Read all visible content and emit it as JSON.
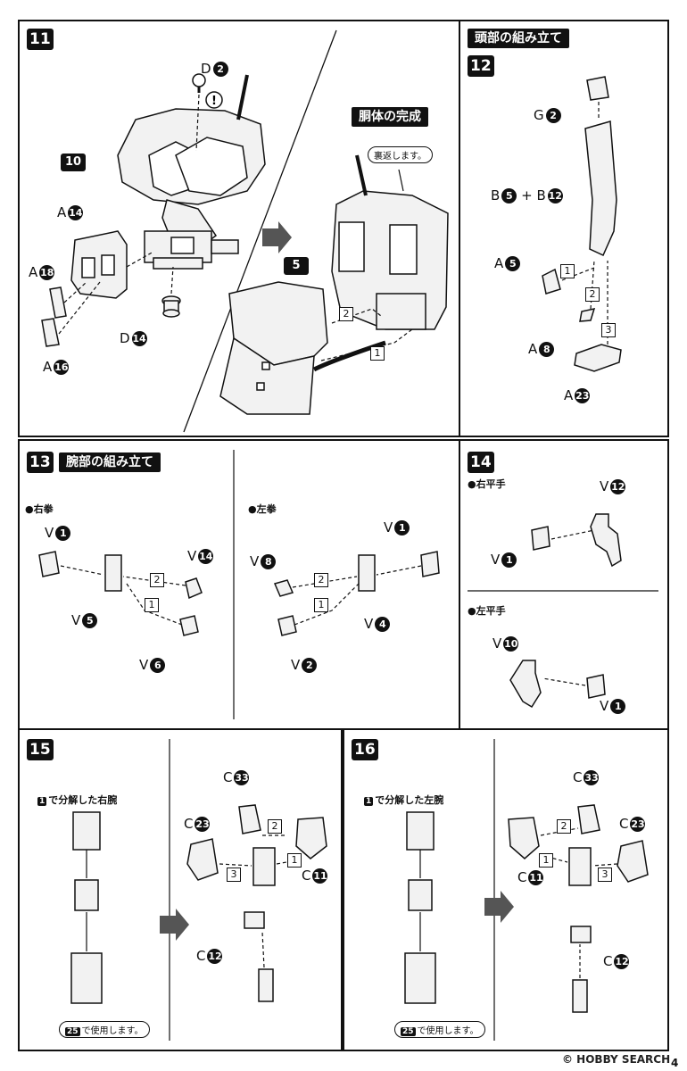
{
  "steps": {
    "s11": {
      "num": "11",
      "banner": "胴体の完成",
      "note": "裏返します。",
      "sub5": "5",
      "sub10": "10",
      "labels": {
        "d2": "D",
        "d2n": "2",
        "a14": "A",
        "a14n": "14",
        "a18": "A",
        "a18n": "18",
        "a16": "A",
        "a16n": "16",
        "d14": "D",
        "d14n": "14"
      },
      "seq": [
        "1",
        "2"
      ]
    },
    "s12": {
      "num": "12",
      "banner": "頭部の組み立て",
      "labels": {
        "g2": "G",
        "g2n": "2",
        "b5b12_a": "B",
        "b5n": "5",
        "plus": "+",
        "b5b12_b": "B",
        "b12n": "12",
        "a5": "A",
        "a5n": "5",
        "a8": "A",
        "a8n": "8",
        "a23": "A",
        "a23n": "23"
      },
      "seq": [
        "1",
        "2",
        "3"
      ]
    },
    "s13": {
      "num": "13",
      "banner": "腕部の組み立て",
      "right": "●右拳",
      "left": "●左拳",
      "labels": {
        "v": "V",
        "n1": "1",
        "n14": "14",
        "n5": "5",
        "n6": "6",
        "n8": "8",
        "n4": "4",
        "n2": "2"
      },
      "seq": [
        "1",
        "2"
      ]
    },
    "s14": {
      "num": "14",
      "right": "●右平手",
      "left": "●左平手",
      "labels": {
        "v": "V",
        "n12": "12",
        "n1": "1",
        "n10": "10"
      }
    },
    "s15": {
      "num": "15",
      "sub_tag": "1",
      "sub": "で分解した右腕",
      "note_tag": "25",
      "note": "で使用します。",
      "labels": {
        "c": "C",
        "n33": "33",
        "n23": "23",
        "n11": "11",
        "n12": "12"
      },
      "seq": [
        "1",
        "2",
        "3"
      ]
    },
    "s16": {
      "num": "16",
      "sub_tag": "1",
      "sub": "で分解した左腕",
      "note_tag": "25",
      "note": "で使用します。",
      "labels": {
        "c": "C",
        "n33": "33",
        "n23": "23",
        "n11": "11",
        "n12": "12"
      },
      "seq": [
        "1",
        "2",
        "3"
      ]
    }
  },
  "footer": {
    "watermark": "© HOBBY SEARCH",
    "page": "4"
  },
  "colors": {
    "ink": "#111111",
    "paper": "#ffffff",
    "part_fill": "#f2f2f2"
  }
}
